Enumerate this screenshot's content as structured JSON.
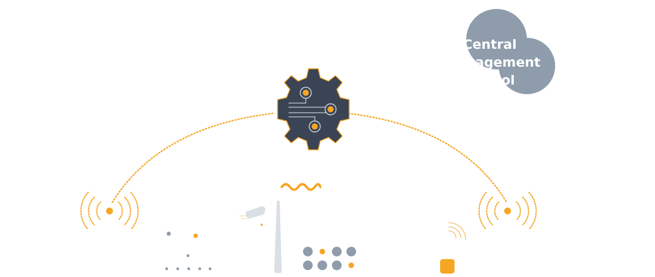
{
  "bubble": {
    "line1": "Central",
    "line2": "agement",
    "line3": "ol"
  },
  "colors": {
    "orange": "#f5a623",
    "gear": "#3a4455",
    "gray": "#8e9cab",
    "light_gray": "#d9dfe4"
  },
  "icons": {
    "gear": "circuit-gear-icon",
    "signal_left": "wireless-signal-icon",
    "signal_right": "wireless-signal-icon",
    "wave": "wave-icon",
    "camera": "security-camera-icon",
    "pole": "antenna-pole-icon",
    "dots": "sensor-grid-icon",
    "device": "tracker-device-icon"
  }
}
